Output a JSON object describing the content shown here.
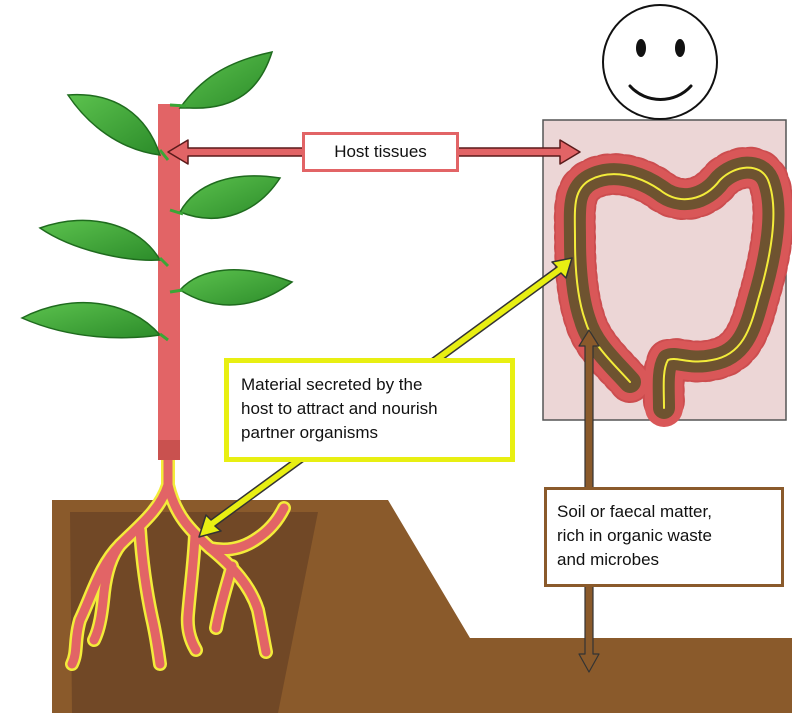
{
  "colors": {
    "host_tissue": "#e26466",
    "secretion": "#e8ef12",
    "soil": "#8a5a2b",
    "soil_dark": "#714826",
    "leaf": "#3aa636",
    "body_panel": "#ecd6d6",
    "gut_content": "#6e5330"
  },
  "labels": {
    "host_tissues": "Host tissues",
    "secreted": {
      "line1": "Material secreted by the",
      "line2": "host to attract and nourish",
      "line3": "partner organisms"
    },
    "soil": {
      "line1": "Soil or faecal matter,",
      "line2": "rich in organic waste",
      "line3": "and microbes"
    }
  },
  "icons": {
    "face": "smiley-face-icon",
    "plant": "plant-icon",
    "gut": "colon-icon"
  }
}
